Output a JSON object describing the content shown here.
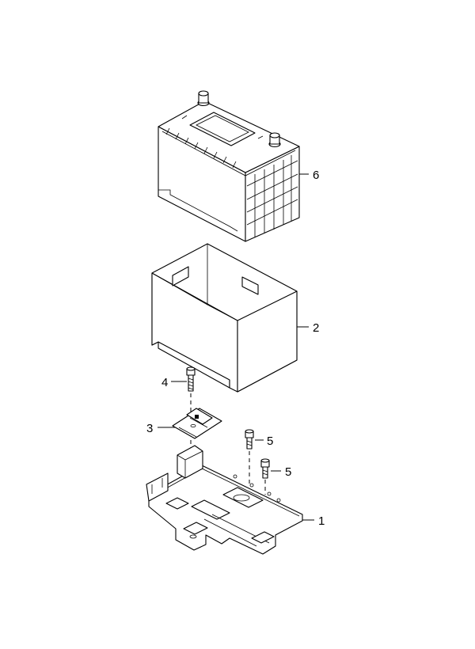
{
  "callouts": {
    "battery": "6",
    "battery_cover": "2",
    "bolt_clamp": "4",
    "clamp": "3",
    "bolt_tray_a": "5",
    "bolt_tray_b": "5",
    "tray": "1"
  }
}
